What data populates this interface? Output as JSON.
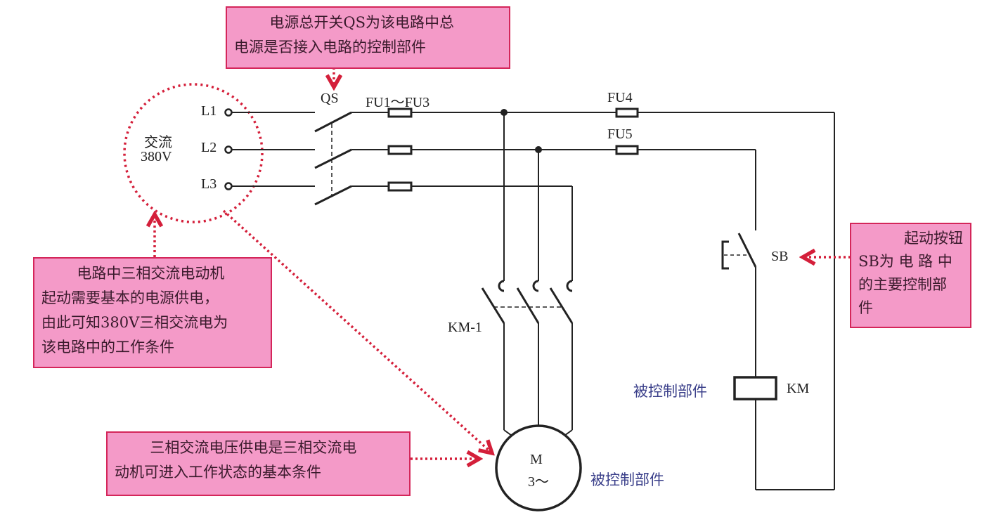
{
  "colors": {
    "wire": "#222222",
    "annotation_red": "#d41f3a",
    "note_fill": "#f49ac8",
    "note_border": "#d4265a",
    "controlled_label": "#3a3f8a"
  },
  "notes": {
    "qs_note": {
      "line1": "电源总开关QS为该电路中总",
      "line2": "电源是否接入电路的控制部件"
    },
    "power_note": {
      "line1": "电路中三相交流电动机",
      "line2": "起动需要基本的电源供电，",
      "line3": "由此可知380V三相交流电为",
      "line4": "该电路中的工作条件"
    },
    "motor_note": {
      "line1": "三相交流电压供电是三相交流电",
      "line2": "动机可进入工作状态的基本条件"
    },
    "sb_note": {
      "line1": "起动按钮",
      "line2": "SB为 电 路 中",
      "line3": "的主要控制部",
      "line4": "件"
    }
  },
  "labels": {
    "source_line1": "交流",
    "source_line2": "380V",
    "l1": "L1",
    "l2": "L2",
    "l3": "L3",
    "qs": "QS",
    "fu1_3": "FU1～FU3",
    "fu4": "FU4",
    "fu5": "FU5",
    "km1": "KM-1",
    "sb": "SB",
    "km": "KM",
    "motor_m": "M",
    "motor_phase": "3～",
    "controlled_coil": "被控制部件",
    "controlled_motor": "被控制部件"
  }
}
